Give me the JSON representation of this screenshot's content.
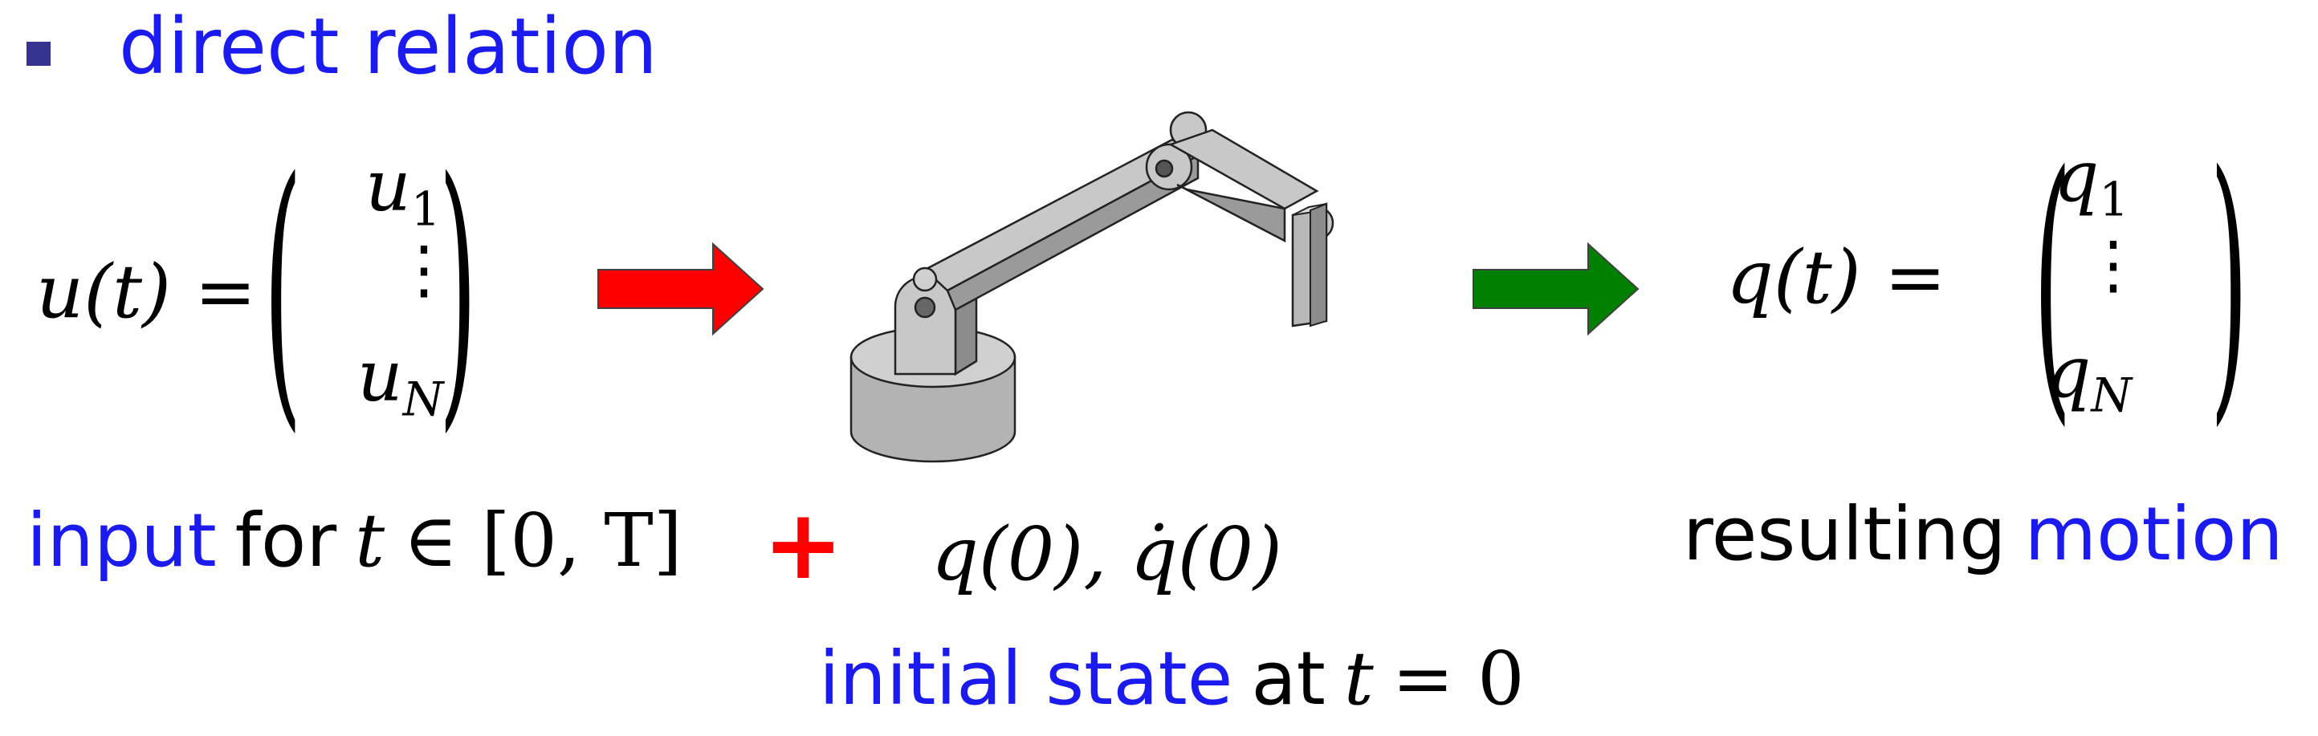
{
  "bullet": {
    "text": "direct relation"
  },
  "input_vector": {
    "lhs": "u(t) =",
    "top": "u",
    "top_sub": "1",
    "dots": "⋮",
    "bottom": "u",
    "bottom_sub": "N"
  },
  "output_vector": {
    "lhs": "q(t) =",
    "top": "q",
    "top_sub": "1",
    "dots": "⋮",
    "bottom": "q",
    "bottom_sub": "N"
  },
  "input_caption": {
    "word": "input",
    "rest": "for",
    "t": "t",
    "interval": "∈ [0, T]"
  },
  "plus_sign": "+",
  "initial_values": "q(0), q̇(0)",
  "initial_caption": {
    "word": "initial state",
    "rest": "at",
    "t": "t",
    "eq": "= 0"
  },
  "output_caption": {
    "rest": "resulting",
    "word": "motion"
  },
  "colors": {
    "accent_blue": "#1b1bf0",
    "bullet": "#353590",
    "input_arrow": "#ff0000",
    "output_arrow": "#008000",
    "robot": "#b3b3b3"
  }
}
